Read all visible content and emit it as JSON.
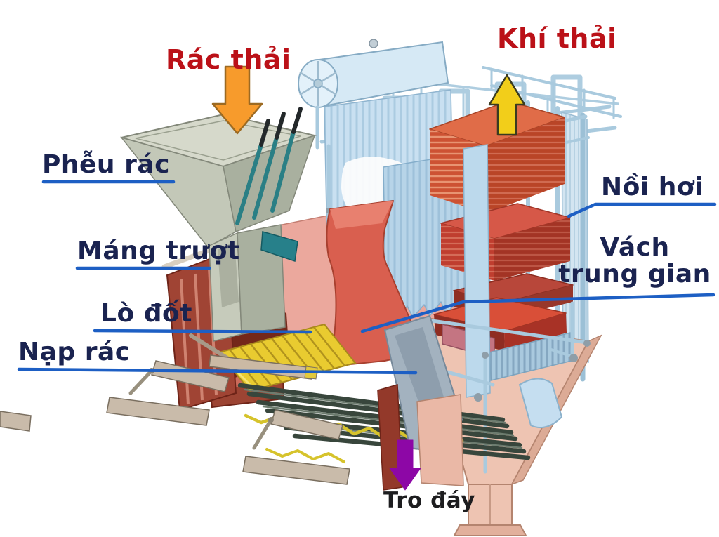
{
  "figure": {
    "type": "diagram",
    "subject": "Waste-to-energy incinerator cutaway diagram with Vietnamese part labels"
  },
  "labels": {
    "waste_input": "Rác thải",
    "flue_gas": "Khí thải",
    "waste_hopper": "Phễu rác",
    "slide_chute": "Máng trượt",
    "furnace": "Lò đốt",
    "waste_feeder": "Nạp rác",
    "boiler": "Nồi hơi",
    "partition_wall_line1": "Vách",
    "partition_wall_line2": "trung gian",
    "bottom_ash": "Tro đáy"
  },
  "arrows": {
    "waste_input": {
      "direction": "down",
      "color": "#f79b2c"
    },
    "flue_gas": {
      "direction": "up",
      "color": "#f2ce1a"
    },
    "bottom_ash": {
      "direction": "down",
      "color": "#8d07a6"
    }
  },
  "colors": {
    "label_red": "#bb1118",
    "label_navy": "#1a2350",
    "label_black": "#1d1d1f",
    "leader_line_blue": "#1d5fc4",
    "hopper_beige": "#c3c8b8",
    "chute_teal": "#27808a",
    "furnace_red": "#d95f4f",
    "furnace_dark_red": "#9c4433",
    "grate_yellow": "#e9cb30",
    "boiler_light_blue": "#c6dff0",
    "heat_exchanger_orange": "#cd5233",
    "heat_exchanger_red": "#bf3e2f",
    "ash_hopper_salmon": "#eec4b2"
  }
}
